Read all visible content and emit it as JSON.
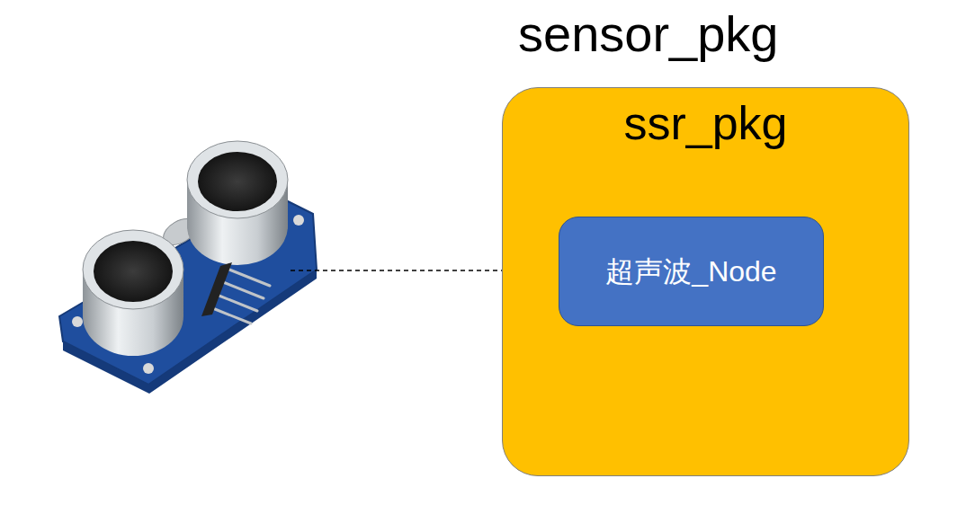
{
  "diagram": {
    "title": "sensor_pkg",
    "nodes": [
      {
        "text": [
          "ssr_pkg"
        ]
      },
      {
        "text": [
          "超声波_Node"
        ],
        "in": 0
      }
    ]
  }
}
